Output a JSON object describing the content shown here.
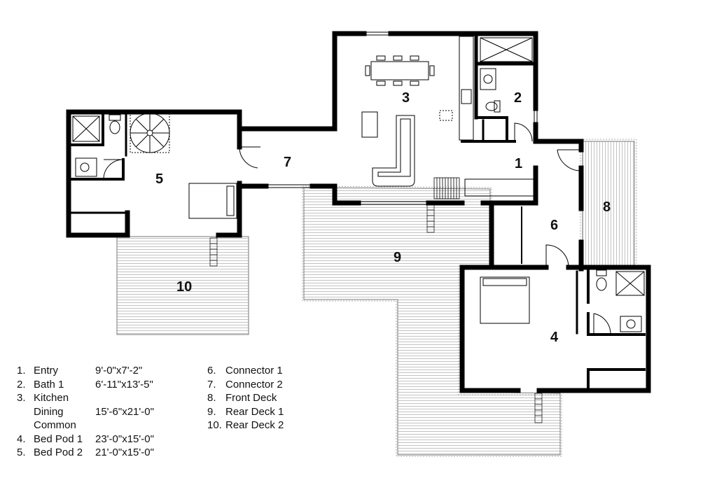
{
  "rooms": [
    {
      "num": "1",
      "label": "Entry",
      "dims": "9'-0\"x7'-2\""
    },
    {
      "num": "2",
      "label": "Bath 1",
      "dims": "6'-11\"x13'-5\""
    },
    {
      "num": "3",
      "label": "Kitchen",
      "dims": ""
    },
    {
      "num": "",
      "label": "Dining",
      "dims": "15'-6\"x21'-0\""
    },
    {
      "num": "",
      "label": "Common",
      "dims": ""
    },
    {
      "num": "4",
      "label": "Bed Pod 1",
      "dims": "23'-0\"x15'-0\""
    },
    {
      "num": "5",
      "label": "Bed Pod 2",
      "dims": "21'-0\"x15'-0\""
    }
  ],
  "rooms_right": [
    {
      "num": "6",
      "label": "Connector 1"
    },
    {
      "num": "7",
      "label": "Connector 2"
    },
    {
      "num": "8",
      "label": "Front Deck"
    },
    {
      "num": "9",
      "label": "Rear Deck 1"
    },
    {
      "num": "10",
      "label": "Rear Deck 2"
    }
  ],
  "plan_labels": {
    "r1": "1",
    "r2": "2",
    "r3": "3",
    "r4": "4",
    "r5": "5",
    "r6": "6",
    "r7": "7",
    "r8": "8",
    "r9": "9",
    "r10": "10"
  },
  "legend_suffix": "."
}
